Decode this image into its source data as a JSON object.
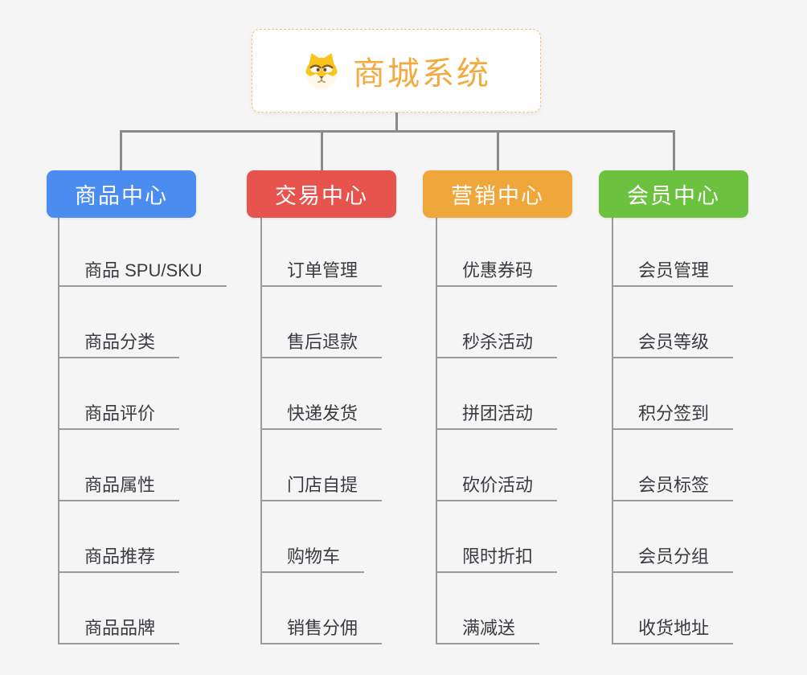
{
  "root": {
    "title": "商城系统",
    "icon": "shiba-dog-icon",
    "title_color": "#f2ab41",
    "border_color": "#f3c379"
  },
  "colors": {
    "connector": "#8a8a8a",
    "leaf_line": "#9b9b9b",
    "background": "#f5f5f6"
  },
  "branches": [
    {
      "label": "商品中心",
      "color": "#4a8cf0",
      "children": [
        "商品 SPU/SKU",
        "商品分类",
        "商品评价",
        "商品属性",
        "商品推荐",
        "商品品牌"
      ]
    },
    {
      "label": "交易中心",
      "color": "#e7544e",
      "children": [
        "订单管理",
        "售后退款",
        "快递发货",
        "门店自提",
        "购物车",
        "销售分佣"
      ]
    },
    {
      "label": "营销中心",
      "color": "#efa63a",
      "children": [
        "优惠券码",
        "秒杀活动",
        "拼团活动",
        "砍价活动",
        "限时折扣",
        "满减送"
      ]
    },
    {
      "label": "会员中心",
      "color": "#6cc13f",
      "children": [
        "会员管理",
        "会员等级",
        "积分签到",
        "会员标签",
        "会员分组",
        "收货地址"
      ]
    }
  ]
}
